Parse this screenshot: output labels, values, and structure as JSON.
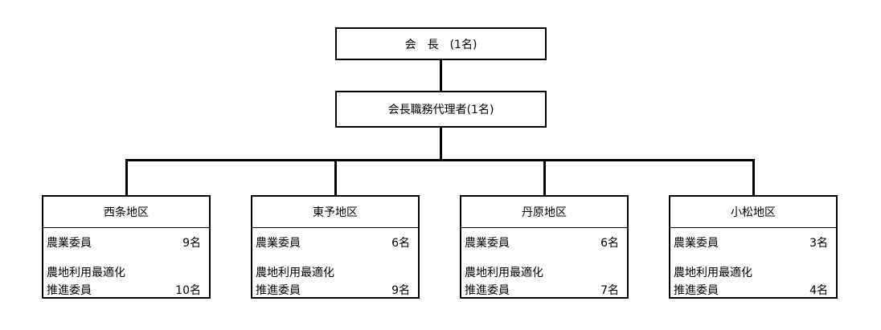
{
  "president": {
    "label": "会　長　(1名)"
  },
  "deputy": {
    "label": "会長職務代理者(1名)"
  },
  "districts": [
    {
      "name": "西条地区",
      "farm_committee_label": "農業委員",
      "farm_committee_count": "9名",
      "optimization_label_line1": "農地利用最適化",
      "optimization_label_line2": "推進委員",
      "optimization_count": "10名"
    },
    {
      "name": "東予地区",
      "farm_committee_label": "農業委員",
      "farm_committee_count": "6名",
      "optimization_label_line1": "農地利用最適化",
      "optimization_label_line2": "推進委員",
      "optimization_count": "9名"
    },
    {
      "name": "丹原地区",
      "farm_committee_label": "農業委員",
      "farm_committee_count": "6名",
      "optimization_label_line1": "農地利用最適化",
      "optimization_label_line2": "推進委員",
      "optimization_count": "7名"
    },
    {
      "name": "小松地区",
      "farm_committee_label": "農業委員",
      "farm_committee_count": "3名",
      "optimization_label_line1": "農地利用最適化",
      "optimization_label_line2": "推進委員",
      "optimization_count": "4名"
    }
  ]
}
